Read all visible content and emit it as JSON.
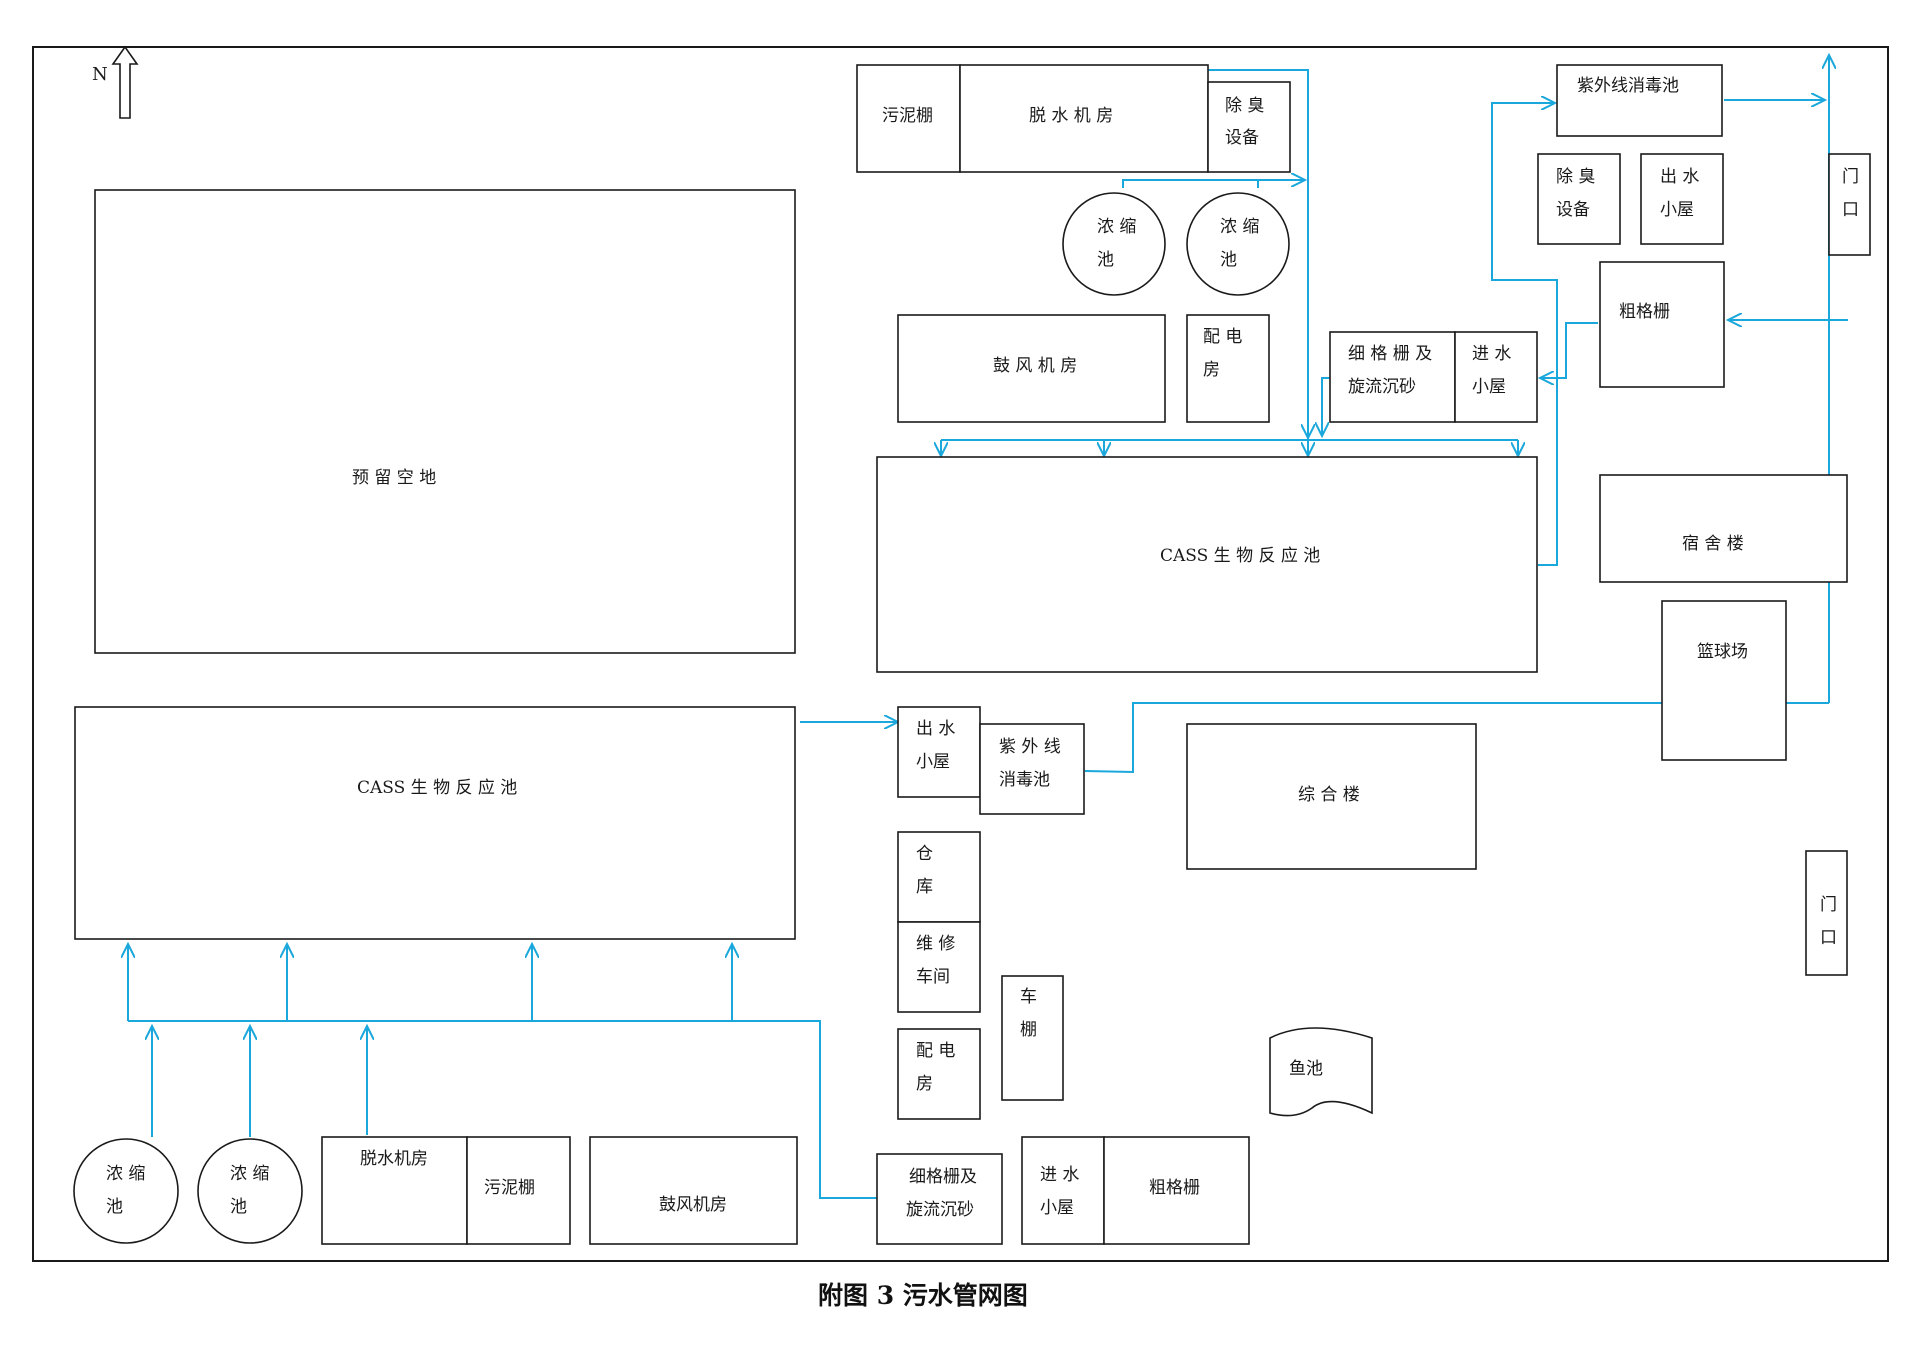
{
  "caption": "附图 3  污水管网图",
  "north": {
    "label": "N"
  },
  "colors": {
    "pipe": "#1aa7dc",
    "outline": "#1a1a1a"
  },
  "labels": {
    "reserved_land": "预 留 空 地",
    "cass_east": "CASS 生 物 反 应 池",
    "cass_west": "CASS 生 物 反 应 池",
    "sludge_shed_n": "污泥棚",
    "dewater_n": "脱 水 机 房",
    "deodor_n_1": "除 臭",
    "deodor_n_2": "设备",
    "thick_n1_1": "浓 缩",
    "thick_n1_2": "池",
    "thick_n2_1": "浓 缩",
    "thick_n2_2": "池",
    "blower_n": "鼓 风 机 房",
    "power_n_1": "配 电",
    "power_n_2": "房",
    "fine_grit_n_1": "细 格 栅 及",
    "fine_grit_n_2": "旋流沉砂",
    "inlet_n_1": "进 水",
    "inlet_n_2": "小屋",
    "uv_ne": "紫外线消毒池",
    "deodor_e_1": "除 臭",
    "deodor_e_2": "设备",
    "outlet_e_1": "出 水",
    "outlet_e_2": "小屋",
    "gate_e_1": "门",
    "gate_e_2": "口",
    "coarse_e": "粗格栅",
    "dorm": "宿 舍 楼",
    "basketball": "篮球场",
    "outlet_c_1": "出 水",
    "outlet_c_2": "小屋",
    "uv_c_1": "紫 外 线",
    "uv_c_2": "消毒池",
    "office": "综 合 楼",
    "warehouse_1": "仓",
    "warehouse_2": "库",
    "repair_1": "维 修",
    "repair_2": "车间",
    "power_s_1": "配 电",
    "power_s_2": "房",
    "carshed_1": "车",
    "carshed_2": "棚",
    "gate_s_1": "门",
    "gate_s_2": "口",
    "fishpond": "鱼池",
    "thick_s1_1": "浓 缩",
    "thick_s1_2": "池",
    "thick_s2_1": "浓 缩",
    "thick_s2_2": "池",
    "dewater_s": "脱水机房",
    "sludge_shed_s": "污泥棚",
    "blower_s": "鼓风机房",
    "fine_grit_s_1": "细格栅及",
    "fine_grit_s_2": "旋流沉砂",
    "inlet_s_1": "进 水",
    "inlet_s_2": "小屋",
    "coarse_s": "粗格栅"
  }
}
